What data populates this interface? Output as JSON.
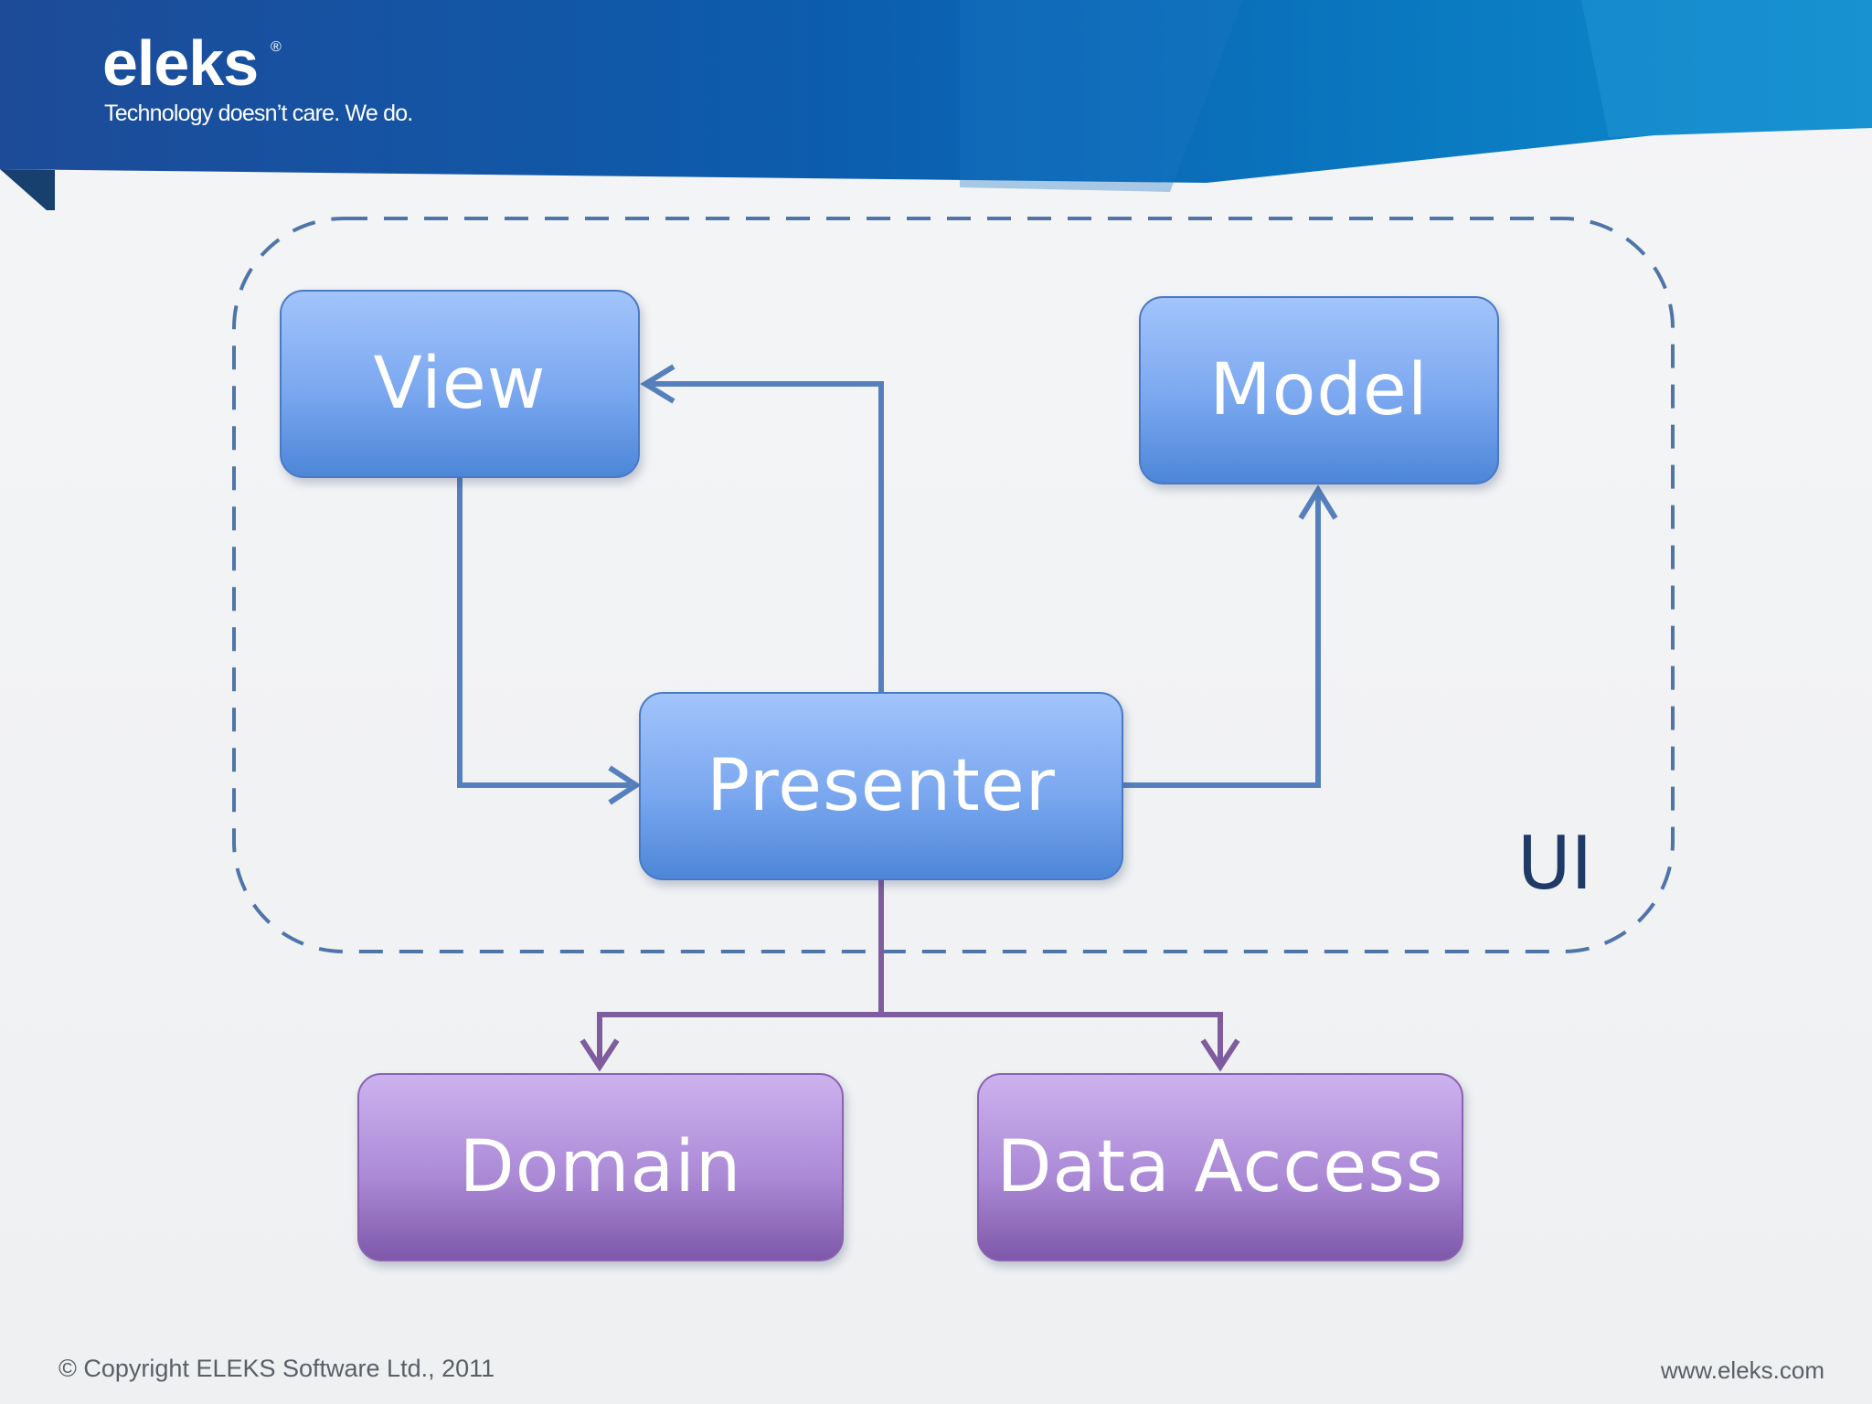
{
  "header": {
    "logo_text": "eleks",
    "logo_mark": "®",
    "tagline": "Technology doesn’t care. We do."
  },
  "diagram": {
    "container_label": "UI",
    "nodes": {
      "view": "View",
      "model": "Model",
      "presenter": "Presenter",
      "domain": "Domain",
      "data_access": "Data Access"
    },
    "colors": {
      "ui_connector": "#5680bd",
      "lower_connector": "#7f5c9e",
      "container_border": "#4f74a8",
      "blue_node": "#6f9de8",
      "purple_node": "#a686d1"
    }
  },
  "footer": {
    "copyright": "© Copyright ELEKS Software Ltd., 2011",
    "url": "www.eleks.com"
  }
}
